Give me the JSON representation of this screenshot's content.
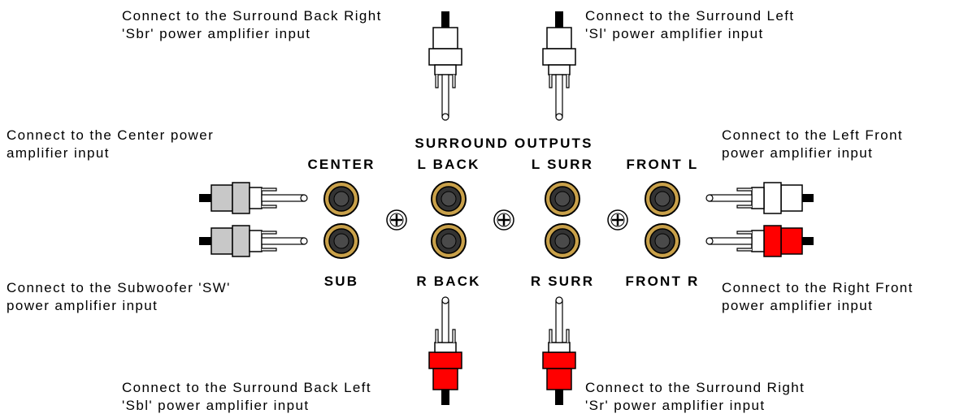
{
  "heading": "SURROUND OUTPUTS",
  "jacks": {
    "center": "CENTER",
    "l_back": "L BACK",
    "l_surr": "L SURR",
    "front_l": "FRONT L",
    "sub": "SUB",
    "r_back": "R BACK",
    "r_surr": "R SURR",
    "front_r": "FRONT R"
  },
  "notes": {
    "sbr": [
      "Connect to the Surround Back Right",
      "'Sbr' power amplifier input"
    ],
    "sl": [
      "Connect to the Surround Left",
      "'Sl' power amplifier input"
    ],
    "center": [
      "Connect to the Center power",
      "amplifier input"
    ],
    "left_front": [
      "Connect to the Left Front",
      "power amplifier input"
    ],
    "sw": [
      "Connect to the Subwoofer 'SW'",
      "power amplifier input"
    ],
    "right_front": [
      "Connect to the Right Front",
      "power amplifier input"
    ],
    "sbl": [
      "Connect to the Surround Back Left",
      "'Sbl' power amplifier input"
    ],
    "sr": [
      "Connect to the Surround Right",
      "'Sr' power amplifier input"
    ]
  },
  "colors": {
    "plug_gray": "#c8c8c8",
    "plug_white": "#ffffff",
    "plug_red": "#ff0000",
    "jack_gold": "#c9a14a",
    "cable": "#000000"
  }
}
